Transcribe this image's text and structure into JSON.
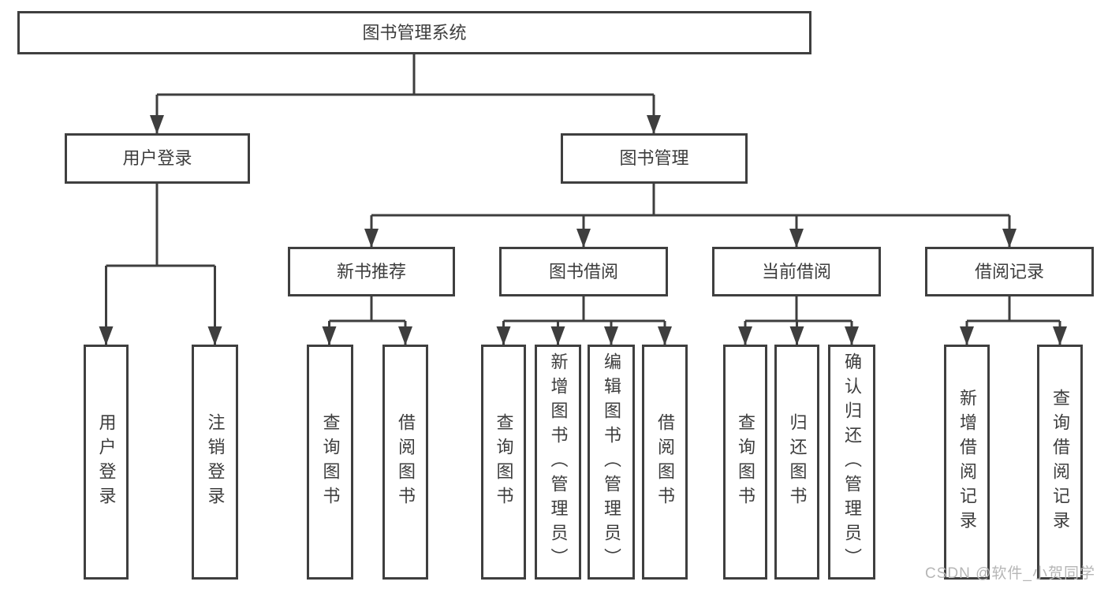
{
  "diagram": {
    "title": "图书管理系统",
    "level2": {
      "user_login": {
        "label": "用户登录"
      },
      "book_management": {
        "label": "图书管理"
      }
    },
    "level3": {
      "new_book_recommend": {
        "label": "新书推荐"
      },
      "book_borrowing": {
        "label": "图书借阅"
      },
      "current_borrowing": {
        "label": "当前借阅"
      },
      "borrowing_records": {
        "label": "借阅记录"
      }
    },
    "level4": {
      "user_login_action": {
        "label": "用户登录"
      },
      "logout_action": {
        "label": "注销登录"
      },
      "newrec_query_books": {
        "label": "查询图书"
      },
      "newrec_borrow_books": {
        "label": "借阅图书"
      },
      "borrow_query_books": {
        "label": "查询图书"
      },
      "borrow_add_books_admin": {
        "label": "新增图书（管理员）"
      },
      "borrow_edit_books_admin": {
        "label": "编辑图书（管理员）"
      },
      "borrow_borrow_books": {
        "label": "借阅图书"
      },
      "current_query_books": {
        "label": "查询图书"
      },
      "current_return_books": {
        "label": "归还图书"
      },
      "current_confirm_return_admin": {
        "label": "确认归还（管理员）"
      },
      "records_add_record": {
        "label": "新增借阅记录"
      },
      "records_query_record": {
        "label": "查询借阅记录"
      }
    }
  },
  "watermark": {
    "text": "CSDN @软件_小贺同学"
  },
  "colors": {
    "line": "#3e3e3e",
    "border": "#3f3f3f",
    "text": "#3d3d3d",
    "watermark": "#b6b6b6",
    "background": "#ffffff"
  }
}
